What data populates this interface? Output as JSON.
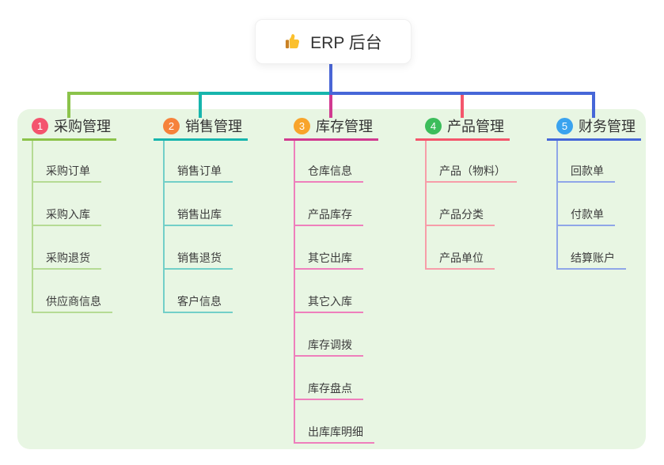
{
  "root": {
    "label": "ERP 后台",
    "icon": "thumbs-up"
  },
  "panel_bg": "#E8F6E3",
  "root_line_color": "#4A66D6",
  "branches": [
    {
      "num": "1",
      "label": "采购管理",
      "badge_color": "#F4546E",
      "line_color": "#8BC34A",
      "sub_line_color": "#B5DB94",
      "items": [
        "采购订单",
        "采购入库",
        "采购退货",
        "供应商信息"
      ]
    },
    {
      "num": "2",
      "label": "销售管理",
      "badge_color": "#F6823B",
      "line_color": "#17B5AD",
      "sub_line_color": "#72CFC8",
      "items": [
        "销售订单",
        "销售出库",
        "销售退货",
        "客户信息"
      ]
    },
    {
      "num": "3",
      "label": "库存管理",
      "badge_color": "#F8A42B",
      "line_color": "#D13A90",
      "sub_line_color": "#EE7FBC",
      "items": [
        "仓库信息",
        "产品库存",
        "其它出库",
        "其它入库",
        "库存调拨",
        "库存盘点",
        "出库库明细"
      ]
    },
    {
      "num": "4",
      "label": "产品管理",
      "badge_color": "#3CBD5B",
      "line_color": "#F4566C",
      "sub_line_color": "#F79DA9",
      "items": [
        "产品（物料）",
        "产品分类",
        "产品单位"
      ]
    },
    {
      "num": "5",
      "label": "财务管理",
      "badge_color": "#3AA3EF",
      "line_color": "#4667D8",
      "sub_line_color": "#8FA6E8",
      "items": [
        "回款单",
        "付款单",
        "结算账户"
      ]
    }
  ]
}
